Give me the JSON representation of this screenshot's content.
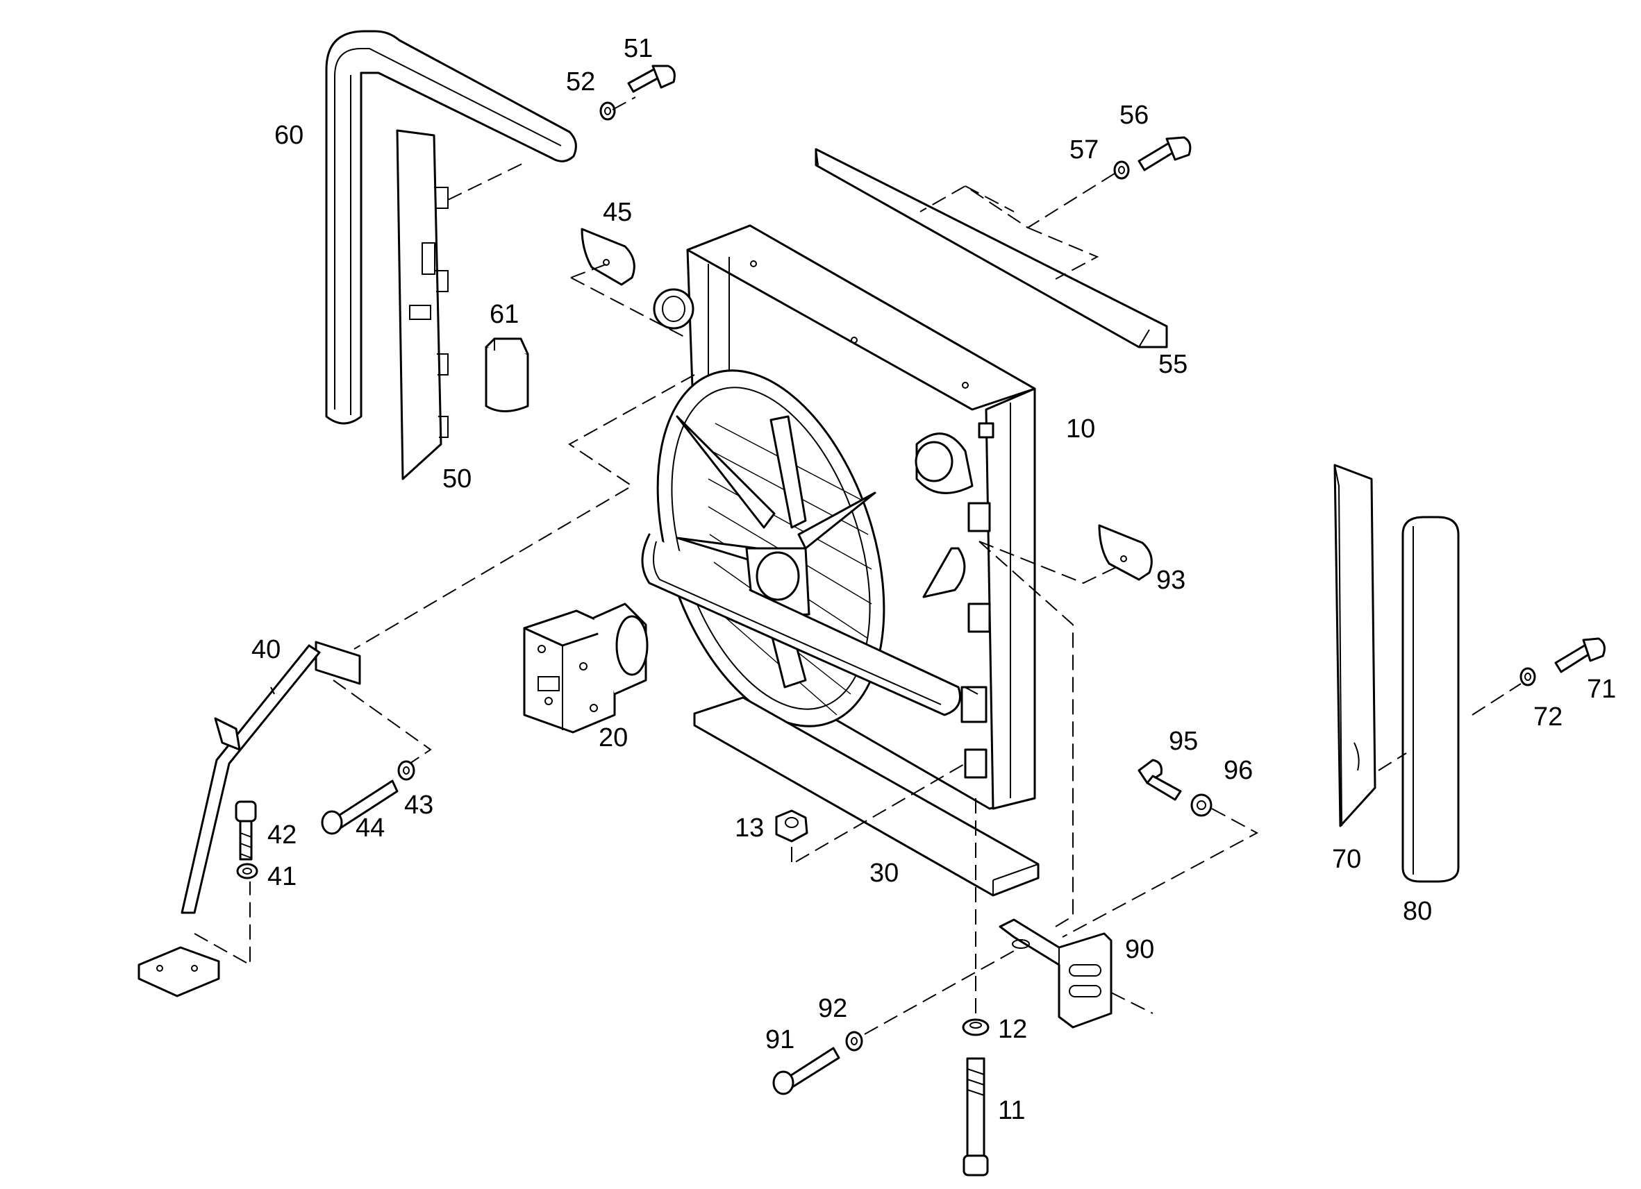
{
  "callouts": [
    {
      "id": "c60",
      "label": "60"
    },
    {
      "id": "c51",
      "label": "51"
    },
    {
      "id": "c52",
      "label": "52"
    },
    {
      "id": "c56",
      "label": "56"
    },
    {
      "id": "c57",
      "label": "57"
    },
    {
      "id": "c45",
      "label": "45"
    },
    {
      "id": "c61",
      "label": "61"
    },
    {
      "id": "c55",
      "label": "55"
    },
    {
      "id": "c50",
      "label": "50"
    },
    {
      "id": "c10",
      "label": "10"
    },
    {
      "id": "c93",
      "label": "93"
    },
    {
      "id": "c40",
      "label": "40"
    },
    {
      "id": "c20",
      "label": "20"
    },
    {
      "id": "c95",
      "label": "95"
    },
    {
      "id": "c96",
      "label": "96"
    },
    {
      "id": "c71",
      "label": "71"
    },
    {
      "id": "c72",
      "label": "72"
    },
    {
      "id": "c42",
      "label": "42"
    },
    {
      "id": "c44",
      "label": "44"
    },
    {
      "id": "c43",
      "label": "43"
    },
    {
      "id": "c13",
      "label": "13"
    },
    {
      "id": "c41",
      "label": "41"
    },
    {
      "id": "c30",
      "label": "30"
    },
    {
      "id": "c70",
      "label": "70"
    },
    {
      "id": "c80",
      "label": "80"
    },
    {
      "id": "c90",
      "label": "90"
    },
    {
      "id": "c92",
      "label": "92"
    },
    {
      "id": "c91",
      "label": "91"
    },
    {
      "id": "c12",
      "label": "12"
    },
    {
      "id": "c11",
      "label": "11"
    }
  ],
  "colors": {
    "line": "#000000",
    "background": "#ffffff",
    "shade": "#f2f2f2"
  }
}
